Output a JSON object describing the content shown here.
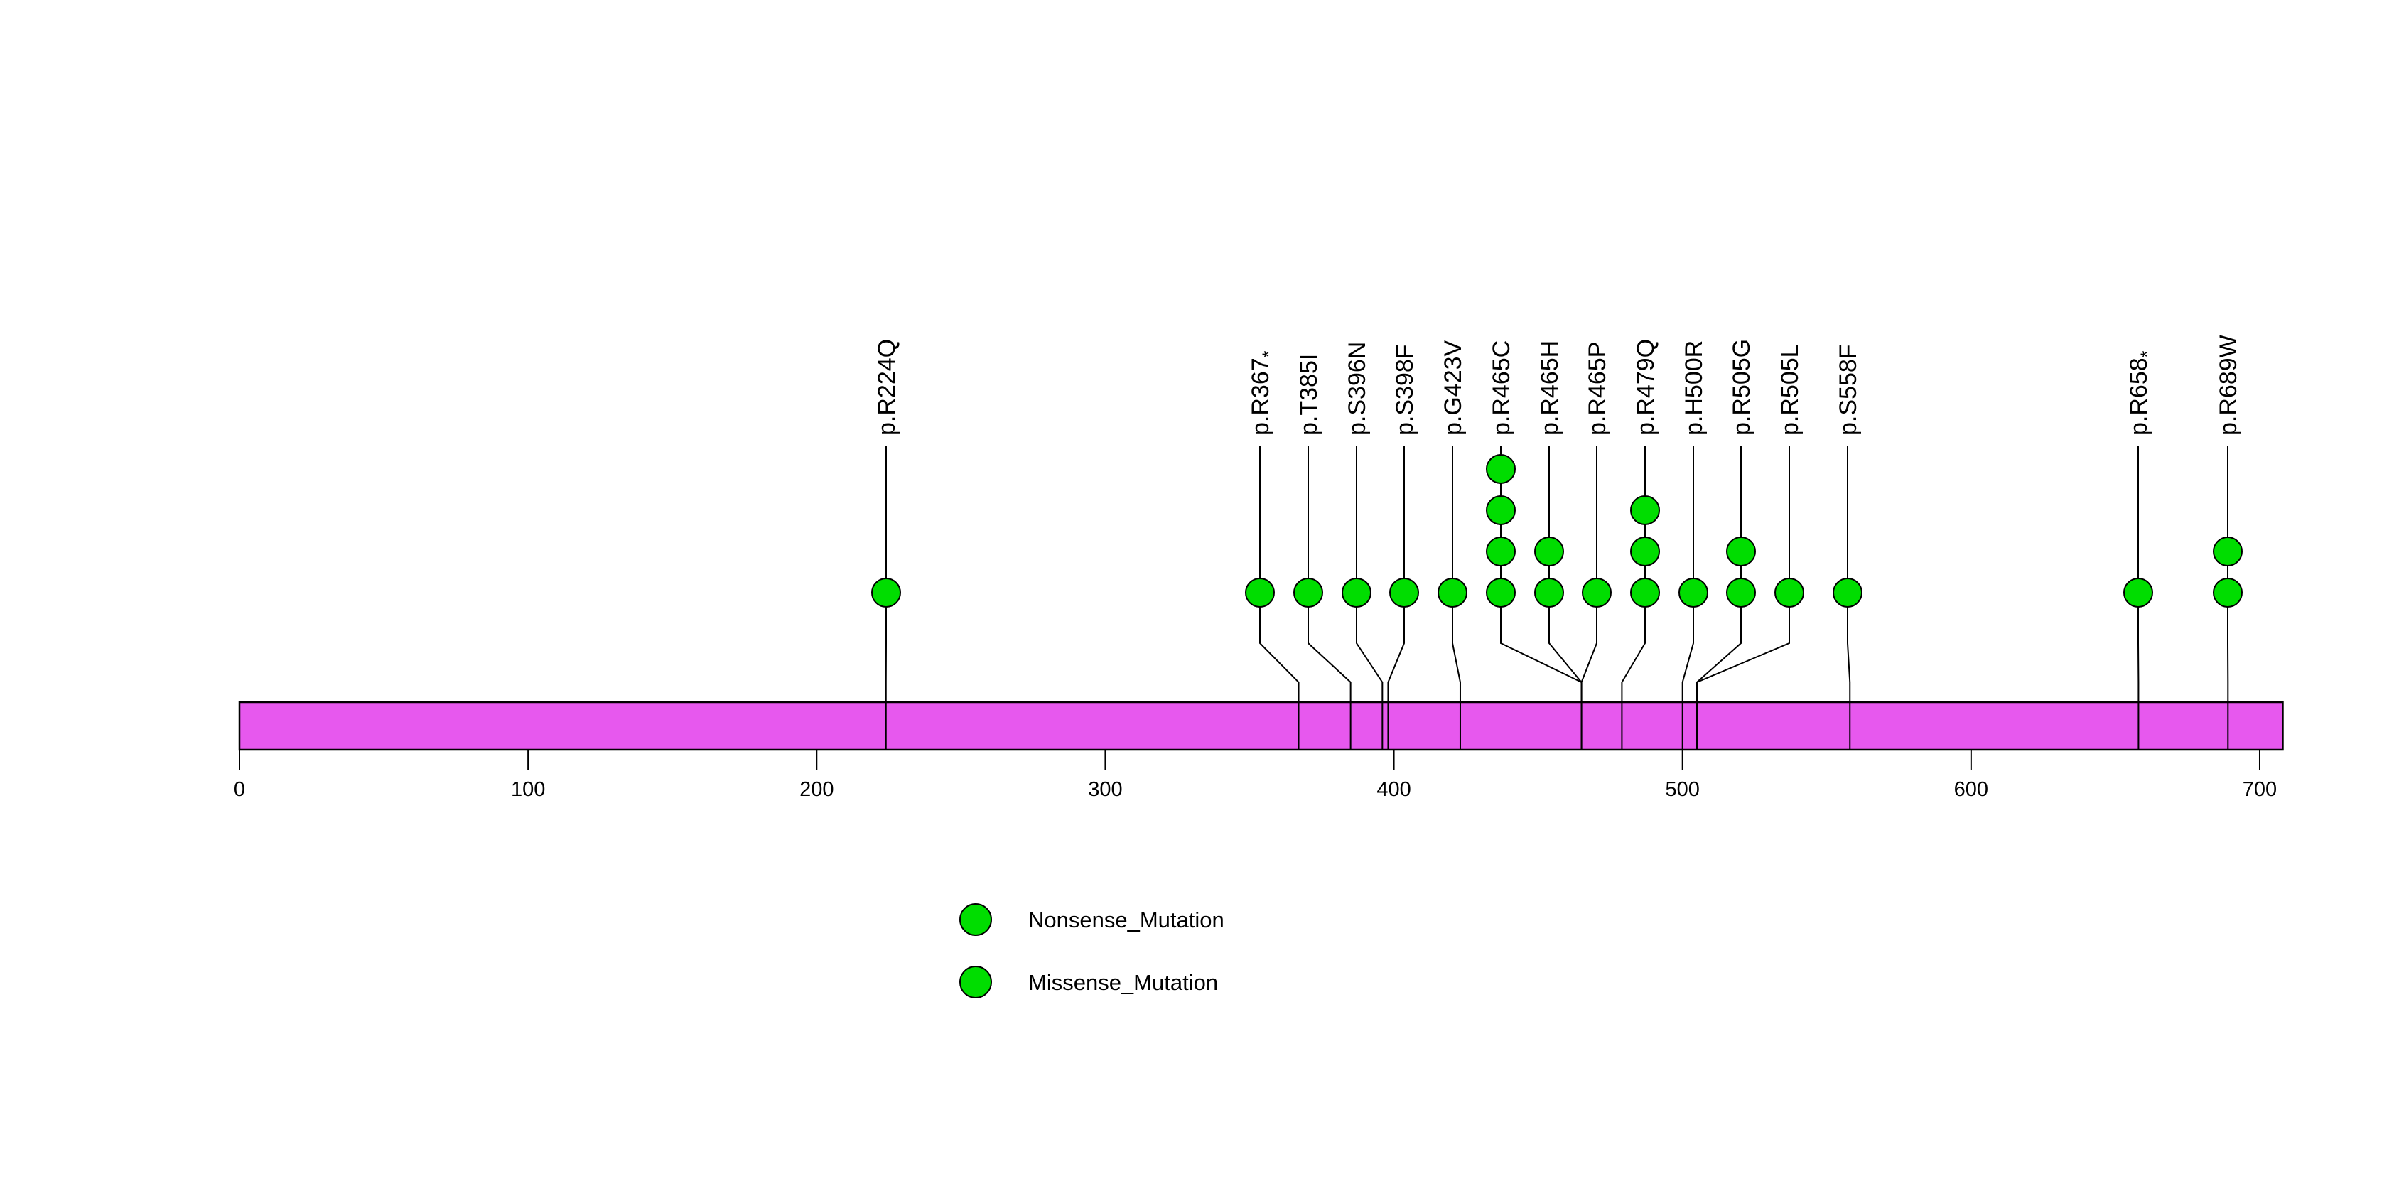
{
  "chart_data": {
    "type": "lollipop",
    "title": "",
    "description": "Protein mutation lollipop plot: green mutation circles on stems above a magenta protein domain bar",
    "protein_length": 708,
    "axis": {
      "min": 0,
      "max": 700,
      "ticks": [
        0,
        100,
        200,
        300,
        400,
        500,
        600,
        700
      ],
      "grid": false
    },
    "mutations": [
      {
        "label": "p.R224Q",
        "amino_acid_position": 224,
        "count": 1,
        "type": "Missense_Mutation"
      },
      {
        "label": "p.R367*",
        "amino_acid_position": 367,
        "count": 1,
        "type": "Nonsense_Mutation"
      },
      {
        "label": "p.T385I",
        "amino_acid_position": 385,
        "count": 1,
        "type": "Missense_Mutation"
      },
      {
        "label": "p.S396N",
        "amino_acid_position": 396,
        "count": 1,
        "type": "Missense_Mutation"
      },
      {
        "label": "p.S398F",
        "amino_acid_position": 398,
        "count": 1,
        "type": "Missense_Mutation"
      },
      {
        "label": "p.G423V",
        "amino_acid_position": 423,
        "count": 1,
        "type": "Missense_Mutation"
      },
      {
        "label": "p.R465C",
        "amino_acid_position": 465,
        "count": 4,
        "type": "Missense_Mutation"
      },
      {
        "label": "p.R465H",
        "amino_acid_position": 465,
        "count": 2,
        "type": "Missense_Mutation"
      },
      {
        "label": "p.R465P",
        "amino_acid_position": 465,
        "count": 1,
        "type": "Missense_Mutation"
      },
      {
        "label": "p.R479Q",
        "amino_acid_position": 479,
        "count": 3,
        "type": "Missense_Mutation"
      },
      {
        "label": "p.H500R",
        "amino_acid_position": 500,
        "count": 1,
        "type": "Missense_Mutation"
      },
      {
        "label": "p.R505G",
        "amino_acid_position": 505,
        "count": 2,
        "type": "Missense_Mutation"
      },
      {
        "label": "p.R505L",
        "amino_acid_position": 505,
        "count": 1,
        "type": "Missense_Mutation"
      },
      {
        "label": "p.S558F",
        "amino_acid_position": 558,
        "count": 1,
        "type": "Missense_Mutation"
      },
      {
        "label": "p.R658*",
        "amino_acid_position": 658,
        "count": 1,
        "type": "Nonsense_Mutation"
      },
      {
        "label": "p.R689W",
        "amino_acid_position": 689,
        "count": 2,
        "type": "Missense_Mutation"
      }
    ],
    "legend": {
      "position": "bottom-left",
      "items": [
        {
          "label": "Nonsense_Mutation",
          "marker": "circle"
        },
        {
          "label": "Missense_Mutation",
          "marker": "circle"
        }
      ]
    }
  },
  "colors": {
    "point_fill": "#00DD00",
    "point_stroke": "#000000",
    "domain_bar_fill": "#E758EE",
    "domain_bar_stroke": "#000000",
    "stem": "#000000",
    "text": "#000000",
    "background": "#ffffff"
  }
}
